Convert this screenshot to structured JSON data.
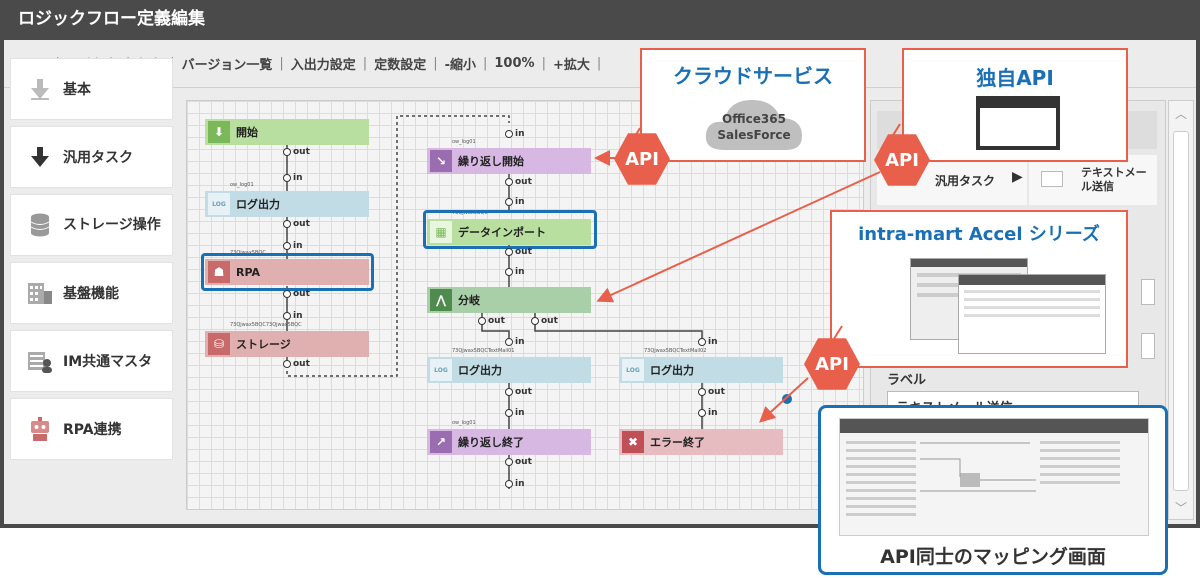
{
  "window": {
    "title": "ロジックフロー定義編集"
  },
  "toolbar": {
    "items": [
      "一時保存",
      "保存",
      "バージョン一覧",
      "入出力設定",
      "定数設定",
      "-縮小",
      "100%",
      "+拡大"
    ]
  },
  "sidebar": {
    "items": [
      {
        "label": "基本",
        "icon": "arrow-down-light-icon"
      },
      {
        "label": "汎用タスク",
        "icon": "arrow-down-icon"
      },
      {
        "label": "ストレージ操作",
        "icon": "database-icon"
      },
      {
        "label": "基盤機能",
        "icon": "building-icon"
      },
      {
        "label": "IM共通マスタ",
        "icon": "master-icon"
      },
      {
        "label": "RPA連携",
        "icon": "robot-icon"
      }
    ]
  },
  "flow": {
    "start": "開始",
    "log1_small": "ow_log01",
    "log1": "ログ出力",
    "rpa_small": "73Qjwax5BQC",
    "rpa": "RPA",
    "storage_small": "73Qjwax5BQC73Qjwax5BQC",
    "storage": "ストレージ",
    "loop_start_small": "ow_log01",
    "loop_start": "繰り返し開始",
    "import_small": "73Qjwax5BQC",
    "import": "データインポート",
    "branch": "分岐",
    "log2_small": "73Qjwax5BQCTextMail01",
    "log2": "ログ出力",
    "log3_small": "73Qjwax5BQCTextMail02",
    "log3": "ログ出力",
    "loop_end_small": "ow_log01",
    "loop_end": "繰り返し終了",
    "error_end": "エラー終了",
    "in": "in",
    "out": "out"
  },
  "rpanel": {
    "task": "汎用タスク",
    "mail": "テキストメール送信",
    "label": "ラベル",
    "label_value": "テキストメール送信"
  },
  "callouts": {
    "cloud_title": "クラウドサービス",
    "cloud_line1": "Office365",
    "cloud_line2": "SalesForce",
    "own_api": "独自API",
    "accel": "intra-mart Accel シリーズ",
    "mapping": "API同士のマッピング画面",
    "api": "API"
  },
  "colors": {
    "accent": "#e8604c",
    "blue": "#1a6fb5"
  }
}
